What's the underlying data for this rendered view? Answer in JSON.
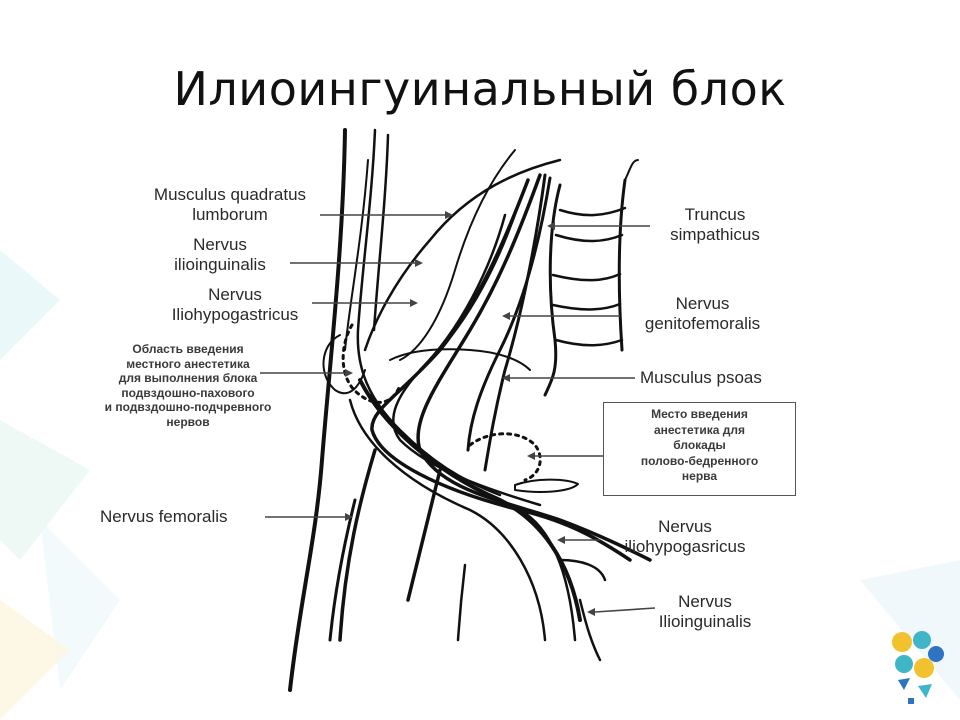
{
  "title": "Илиоингуинальный блок",
  "labels": {
    "quadratus": [
      "Musculus quadratus",
      "lumborum"
    ],
    "ilioinguinalis_top": [
      "Nervus",
      "ilioinguinalis"
    ],
    "iliohypogastricus_top": [
      "Nervus",
      "Iliohypogastricus"
    ],
    "injection_area": [
      "Область введения",
      "местного анестетика",
      "для выполнения блока",
      "подвздошно-пахового",
      "и подвздошно-подчревного",
      "нервов"
    ],
    "femoralis": "Nervus femoralis",
    "truncus": [
      "Truncus",
      "simpathicus"
    ],
    "genitofemoralis": [
      "Nervus",
      "genitofemoralis"
    ],
    "psoas": "Musculus psoas",
    "genitofemoral_box": [
      "Место введения",
      "анестетика для",
      "блокады",
      "полово-бедренного",
      "нерва"
    ],
    "iliohypogasricus_bottom": [
      "Nervus",
      "iliohypogasricus"
    ],
    "ilioinguinalis_bottom": [
      "Nervus",
      "Ilioinguinalis"
    ]
  },
  "colors": {
    "ink": "#111111",
    "accent_teal": "#3fb6c8",
    "accent_yellow": "#f2c12e",
    "accent_blue": "#2f74c0"
  }
}
